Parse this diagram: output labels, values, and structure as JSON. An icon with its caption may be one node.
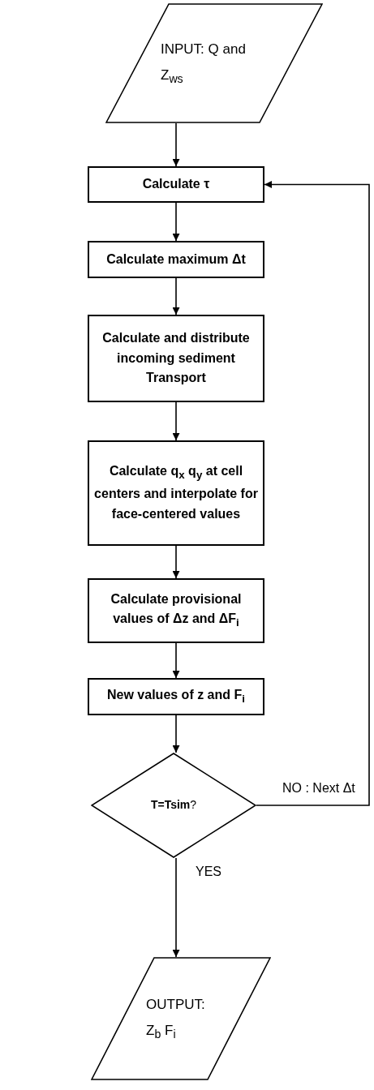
{
  "diagram": {
    "nodes": [
      {
        "text": [
          "INPUT: Q and Z$_{ws}$"
        ]
      },
      {
        "text": [
          "Calculate τ"
        ]
      },
      {
        "text": [
          "Calculate maximum Δt"
        ]
      },
      {
        "text": [
          "Calculate and distribute incoming sediment Transport"
        ]
      },
      {
        "text": [
          "Calculate q$_{x}$ q$_{y}$ at cell centers and interpolate for face-centered values"
        ]
      },
      {
        "text": [
          "Calculate provisional values of Δz and ΔF$_{i}$"
        ]
      },
      {
        "text": [
          "New values of z and F$_{i}$"
        ]
      },
      {
        "text": [
          "**T=Tsim**?"
        ]
      },
      {
        "text": [
          "OUTPUT: Z$_{b}$ F$_{i}$"
        ]
      }
    ],
    "edges": [
      {
        "from": 0,
        "to": 1,
        "arrow": "to"
      },
      {
        "from": 1,
        "to": 2,
        "arrow": "to"
      },
      {
        "from": 2,
        "to": 3,
        "arrow": "to"
      },
      {
        "from": 3,
        "to": 4,
        "arrow": "to"
      },
      {
        "from": 4,
        "to": 5,
        "arrow": "to"
      },
      {
        "from": 5,
        "to": 6,
        "arrow": "to"
      },
      {
        "from": 6,
        "to": 7,
        "arrow": "to"
      },
      {
        "from": 7,
        "to": 8,
        "arrow": "to",
        "label": "YES"
      },
      {
        "from": 7,
        "to": 1,
        "arrow": "to",
        "label": "NO : Next Δt"
      }
    ]
  }
}
